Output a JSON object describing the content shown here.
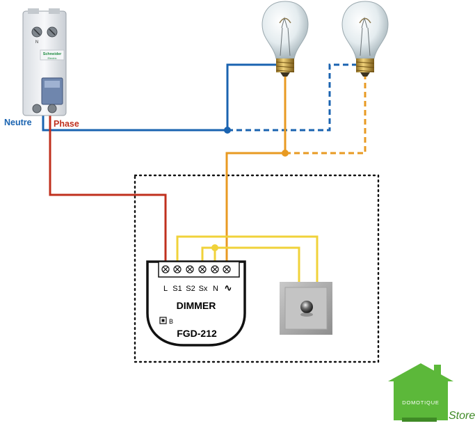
{
  "labels": {
    "neutral": "Neutre",
    "phase": "Phase",
    "breaker_brand": "Schneider",
    "breaker_sub": "Electric",
    "breaker_n": "N",
    "module_title": "DIMMER",
    "module_model": "FGD-212",
    "module_b": "B",
    "logo_top": "DOMOTIQUE",
    "logo_bottom": "Store"
  },
  "terminals": [
    "L",
    "S1",
    "S2",
    "Sx",
    "N",
    "∿"
  ],
  "colors": {
    "neutral": "#1a63b0",
    "phase": "#c0301e",
    "load": "#e89a22",
    "switch": "#f0d23a",
    "logo": "#5cb83a"
  }
}
